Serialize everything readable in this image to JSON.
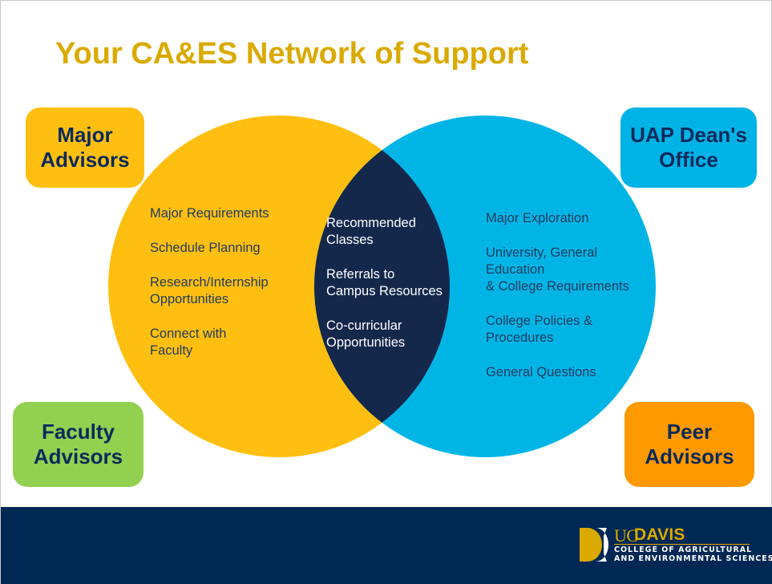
{
  "slide": {
    "title": "Your CA&ES Network of Support"
  },
  "colors": {
    "title": "#DAAA00",
    "left_circle": "#FFBF10",
    "right_circle": "#00B5E6",
    "overlap": "#14284B",
    "footer": "#002855",
    "box_text": "#0B2A5B"
  },
  "boxes": {
    "major": {
      "line1": "Major",
      "line2": "Advisors"
    },
    "uap": {
      "line1": "UAP Dean's",
      "line2": "Office"
    },
    "faculty": {
      "line1": "Faculty",
      "line2": "Advisors"
    },
    "peer": {
      "line1": "Peer",
      "line2": "Advisors"
    }
  },
  "venn": {
    "left_items": [
      "Major Requirements",
      "Schedule Planning",
      "Research/Internship\nOpportunities",
      "Connect with\nFaculty"
    ],
    "center_items": [
      "Recommended\nClasses",
      "Referrals to\nCampus Resources",
      "Co-curricular\nOpportunities"
    ],
    "right_items": [
      "Major Exploration",
      "University, General\nEducation\n& College Requirements",
      "College Policies &\nProcedures",
      "General Questions"
    ]
  },
  "logo": {
    "uc": "UC",
    "davis": "DAVIS",
    "line1": "COLLEGE OF AGRICULTURAL",
    "line2": "AND ENVIRONMENTAL SCIENCES"
  }
}
